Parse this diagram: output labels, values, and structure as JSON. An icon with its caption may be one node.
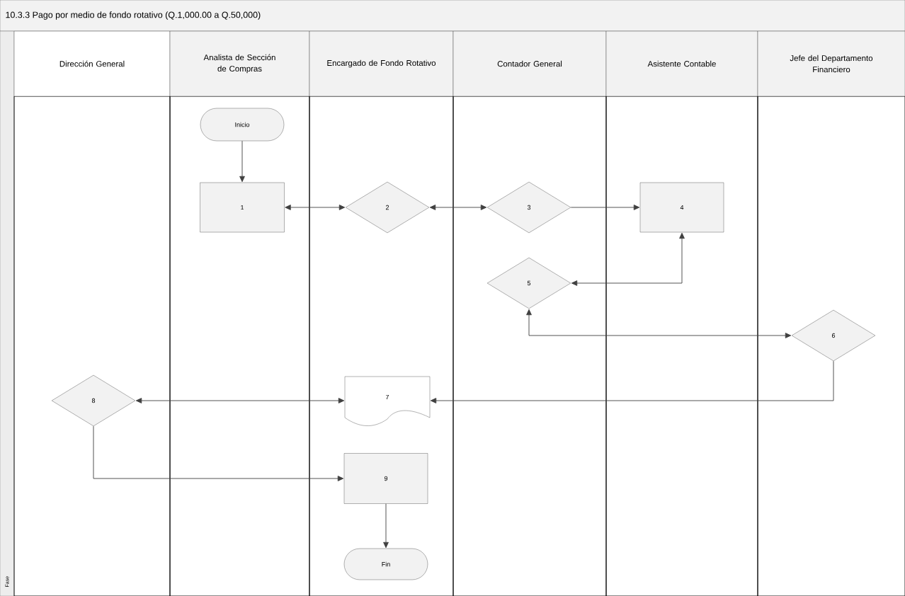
{
  "diagram": {
    "title": "10.3.3 Pago por medio de fondo rotativo (Q.1,000.00 a Q.50,000)",
    "nodes": [
      {
        "text": [
          "Dirección General"
        ]
      },
      {
        "text": [
          "Analista de Sección de Compras"
        ]
      },
      {
        "text": [
          "Encargado de Fondo Rotativo"
        ]
      },
      {
        "text": [
          "Contador General"
        ]
      },
      {
        "text": [
          "Asistente Contable"
        ]
      },
      {
        "text": [
          "Jefe del Departamento Financiero"
        ]
      },
      {
        "text": [
          "Inicio"
        ],
        "in": 1
      },
      {
        "text": [
          "1"
        ],
        "in": 1
      },
      {
        "text": [
          "2"
        ],
        "in": 2
      },
      {
        "text": [
          "3"
        ],
        "in": 3
      },
      {
        "text": [
          "4"
        ],
        "in": 4
      },
      {
        "text": [
          "5"
        ],
        "in": 3
      },
      {
        "text": [
          "6"
        ],
        "in": 5
      },
      {
        "text": [
          "7"
        ],
        "in": 2
      },
      {
        "text": [
          "8"
        ],
        "in": 0
      },
      {
        "text": [
          "9"
        ],
        "in": 2
      },
      {
        "text": [
          "Fin"
        ],
        "in": 2
      }
    ],
    "edges": [
      {
        "from": 6,
        "to": 7,
        "arrow": "to"
      },
      {
        "from": 7,
        "to": 8,
        "arrow": "both"
      },
      {
        "from": 8,
        "to": 9,
        "arrow": "both"
      },
      {
        "from": 9,
        "to": 10,
        "arrow": "to"
      },
      {
        "from": 10,
        "to": 11,
        "arrow": "both"
      },
      {
        "from": 11,
        "to": 12,
        "arrow": "both"
      },
      {
        "from": 12,
        "to": 13,
        "arrow": "to"
      },
      {
        "from": 13,
        "to": 14,
        "arrow": "both"
      },
      {
        "from": 14,
        "to": 15,
        "arrow": "to"
      },
      {
        "from": 15,
        "to": 16,
        "arrow": "to"
      }
    ],
    "labels": [
      "Fase"
    ]
  }
}
